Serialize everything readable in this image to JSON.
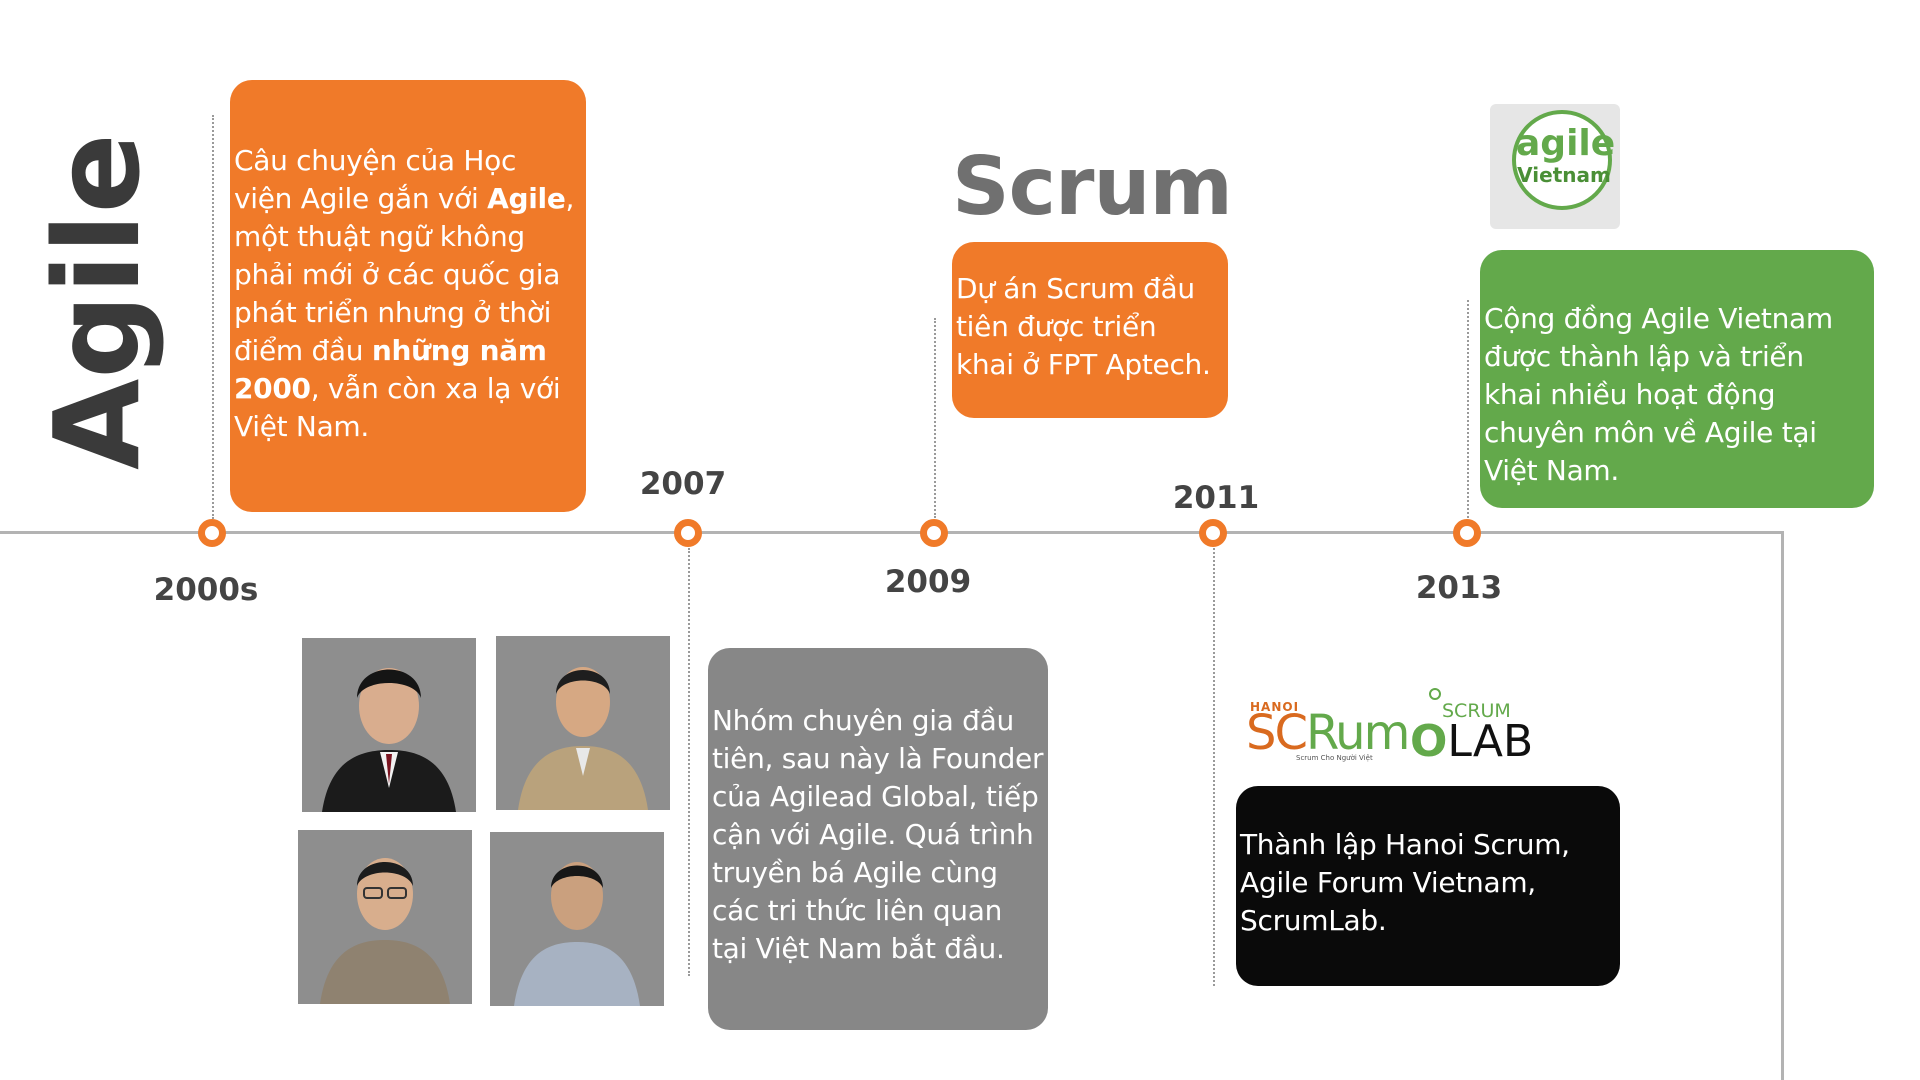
{
  "title": "Agile",
  "scrum_heading": "Scrum",
  "timeline": {
    "years": [
      "2000s",
      "2007",
      "2009",
      "2011",
      "2013"
    ]
  },
  "events": {
    "e2000s": {
      "parts": [
        "Câu chuyện của Học viện Agile gắn với ",
        "Agile",
        ", một thuật ngữ không phải mới ở các quốc gia phát triển nhưng ở thời điểm đầu ",
        "những năm 2000",
        ", vẫn còn xa lạ với Việt Nam."
      ]
    },
    "e2007": {
      "text": "Nhóm chuyên gia đầu tiên, sau này là Founder của Agilead Global, tiếp cận với Agile. Quá trình truyền bá Agile cùng các tri thức liên quan tại Việt Nam bắt đầu."
    },
    "e2009": {
      "text": "Dự án Scrum đầu tiên được triển khai ở FPT Aptech."
    },
    "e2011": {
      "text": "Thành lập Hanoi Scrum, Agile Forum Vietnam, ScrumLab."
    },
    "e2013": {
      "text": "Cộng đồng Agile Vietnam được thành lập và triển khai nhiều hoạt động chuyên môn về Agile tại Việt Nam."
    }
  },
  "logos": {
    "agile_vietnam": {
      "line1": "agile",
      "line2": "Vietnam"
    },
    "hanoi_scrum": {
      "small": "HANOI",
      "big_a": "SC",
      "big_b": "Rum",
      "tagline": "Scrum Cho Người Việt"
    },
    "scrumlab": {
      "scrum": "SCRUM",
      "o": "O",
      "lab": "LAB"
    }
  },
  "colors": {
    "orange": "#f07a29",
    "gray": "#878787",
    "green": "#63a94b",
    "black": "#0a0a0a"
  }
}
